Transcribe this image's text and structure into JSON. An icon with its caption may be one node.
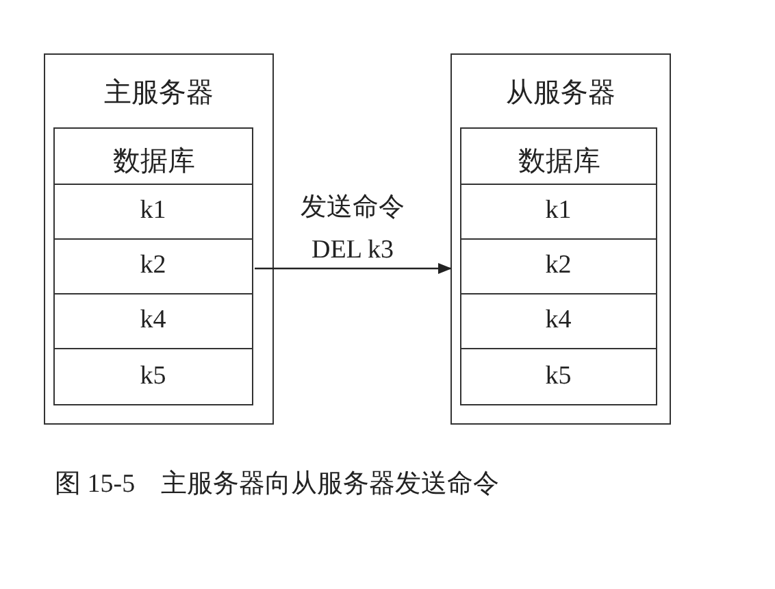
{
  "diagram": {
    "caption": "图 15-5　主服务器向从服务器发送命令",
    "nodes": [
      {
        "text": [
          "主服务器"
        ]
      },
      {
        "text": [
          "数据库"
        ],
        "in": 0
      },
      {
        "text": [
          "k1"
        ],
        "in": 1
      },
      {
        "text": [
          "k2"
        ],
        "in": 1
      },
      {
        "text": [
          "k4"
        ],
        "in": 1
      },
      {
        "text": [
          "k5"
        ],
        "in": 1
      },
      {
        "text": [
          "从服务器"
        ]
      },
      {
        "text": [
          "数据库"
        ],
        "in": 6
      },
      {
        "text": [
          "k1"
        ],
        "in": 7
      },
      {
        "text": [
          "k2"
        ],
        "in": 7
      },
      {
        "text": [
          "k4"
        ],
        "in": 7
      },
      {
        "text": [
          "k5"
        ],
        "in": 7
      }
    ],
    "edges": [
      {
        "from": 3,
        "to": 6,
        "arrow": "to",
        "label": "发送命令 DEL k3"
      }
    ]
  }
}
